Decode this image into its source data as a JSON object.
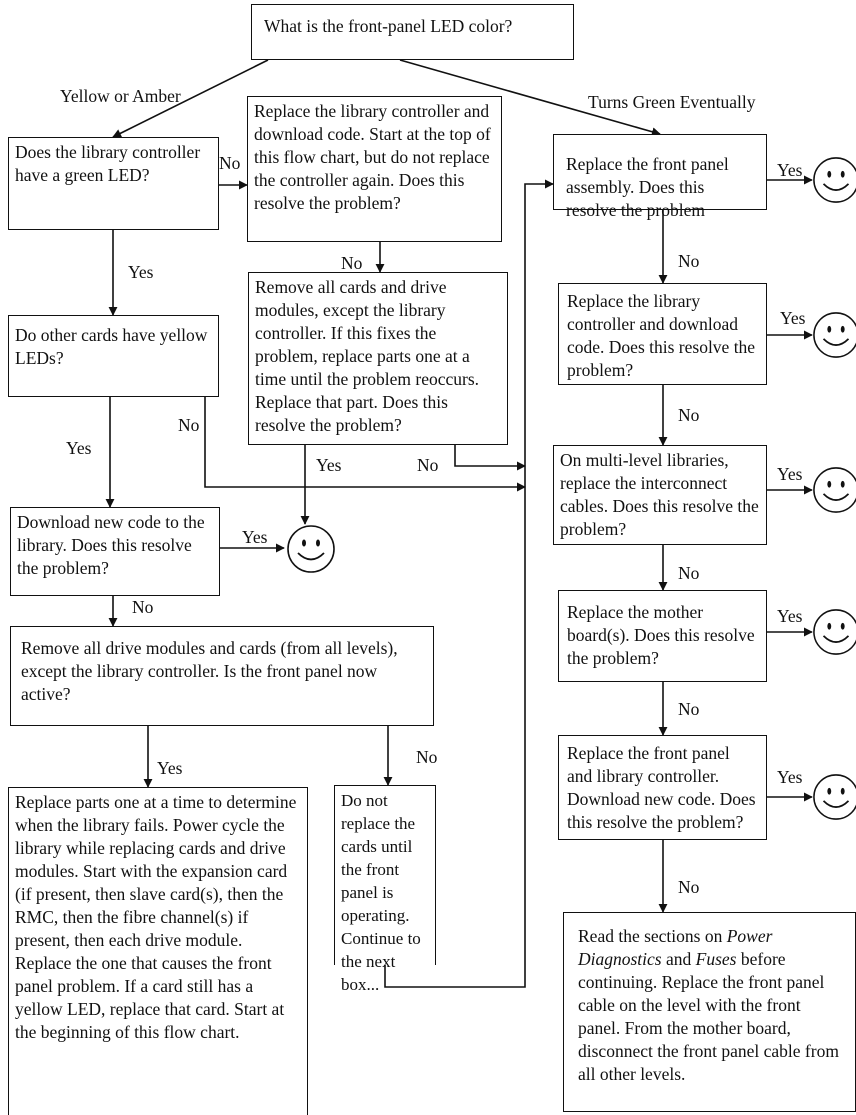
{
  "boxes": {
    "start": "What is the front-panel LED color?",
    "lc_green": "Does the library controller have a green LED?",
    "replace_lc_loop": "Replace the library controller and download code. Start at the top of this flow chart, but do not replace the controller again. Does this resolve the problem?",
    "other_cards": "Do other cards have yellow LEDs?",
    "remove_cards": "Remove all cards and drive modules, except the library controller. If this fixes the problem, replace parts one at a time until the problem reoccurs. Replace that part. Does this resolve the problem?",
    "download_code": "Download new code to the library. Does this resolve the problem?",
    "remove_all": "Remove all drive modules and cards (from all levels), except the library controller. Is the front panel now active?",
    "replace_parts": "Replace parts one at a time to determine when the library fails. Power cycle the library while replacing cards and drive modules. Start with the expansion card (if present, then slave card(s), then the RMC, then the fibre channel(s) if present, then each drive module. Replace the one that causes the front panel problem. If a card still has a yellow LED, replace that card. Start at the beginning of this flow chart.",
    "dont_replace": "Do not replace the cards until the front panel is operating. Continue to the next box...",
    "front_panel": "Replace the front panel assembly. Does this resolve the problem",
    "lib_ctrl": "Replace the library controller and download code. Does this resolve the problem?",
    "interconnect": "On multi-level libraries, replace the interconnect cables. Does this resolve the problem?",
    "motherboard": "Replace the mother board(s). Does this resolve the problem?",
    "fp_and_lc": "Replace the front panel and library controller. Download new code. Does this resolve the problem?",
    "read_before": "continuing. Replace the front panel cable on the level with the front panel. From the mother board, disconnect the front panel cable from all other levels.",
    "read_pre": "Read the sections on ",
    "read_italic_1": "Power Diagnostics",
    "read_and": " and ",
    "read_italic_2": "Fuses",
    "read_post": " before "
  },
  "labels": {
    "yellow_amber": "Yellow or Amber",
    "green_eventually": "Turns Green Eventually",
    "yes": "Yes",
    "no": "No"
  }
}
